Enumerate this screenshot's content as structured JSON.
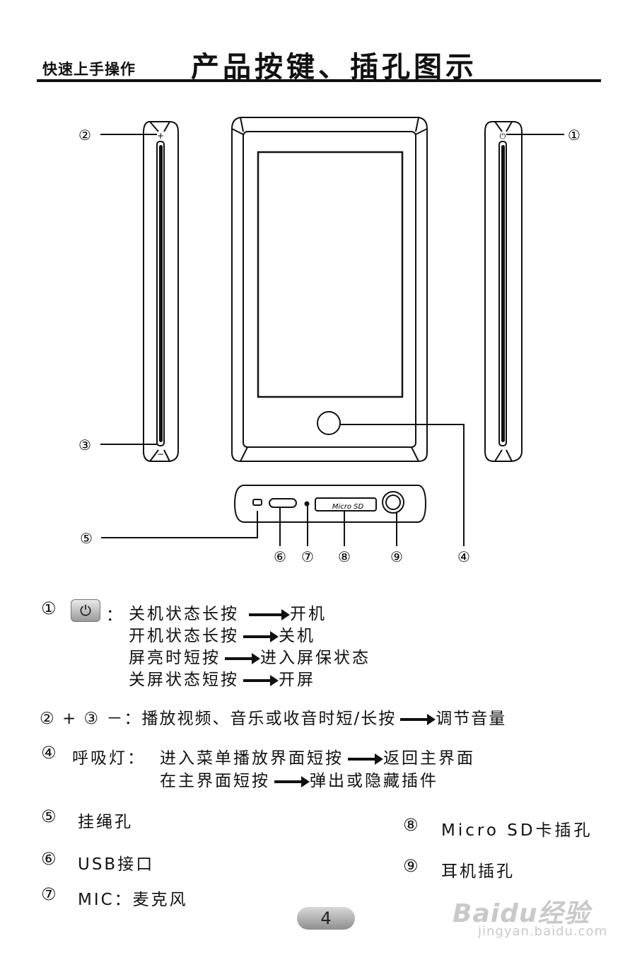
{
  "header": {
    "section": "快速上手操作",
    "title": "产品按键、插孔图示"
  },
  "callouts": {
    "c1": "①",
    "c2": "②",
    "c3": "③",
    "c4": "④",
    "c5": "⑤",
    "c6": "⑥",
    "c7": "⑦",
    "c8": "⑧",
    "c9": "⑨"
  },
  "device": {
    "plus_label": "+",
    "minus_label": "−",
    "power_symbol": "⏻",
    "sd_label": "Micro SD"
  },
  "instructions": {
    "item1": {
      "num": "①",
      "icon": "power-icon",
      "colon": "：",
      "lines": [
        {
          "pre": "关机状态长按",
          "post": "开机"
        },
        {
          "pre": "开机状态长按",
          "post": "关机"
        },
        {
          "pre": "屏亮时短按",
          "post": "进入屏保状态"
        },
        {
          "pre": "关屏状态短按",
          "post": "开屏"
        }
      ]
    },
    "item23": {
      "num2": "②",
      "plus": "+",
      "num3": "③",
      "minus": "－",
      "pre": "：播放视频、音乐或收音时短/长按",
      "post": "调节音量"
    },
    "item4": {
      "num": "④",
      "label": "呼吸灯：",
      "lines": [
        {
          "pre": "进入菜单播放界面短按",
          "post": "返回主界面"
        },
        {
          "pre": "在主界面短按",
          "post": "弹出或隐藏插件"
        }
      ]
    },
    "item5": {
      "num": "⑤",
      "text": "挂绳孔"
    },
    "item6": {
      "num": "⑥",
      "text": "USB接口"
    },
    "item7": {
      "num": "⑦",
      "text": "MIC：麦克风"
    },
    "item8": {
      "num": "⑧",
      "text": "Micro SD卡插孔"
    },
    "item9": {
      "num": "⑨",
      "text": "耳机插孔"
    }
  },
  "footer": {
    "page_number": "4",
    "watermark_brand": "Baidu经验",
    "watermark_url": "jingyan.baidu.com"
  }
}
